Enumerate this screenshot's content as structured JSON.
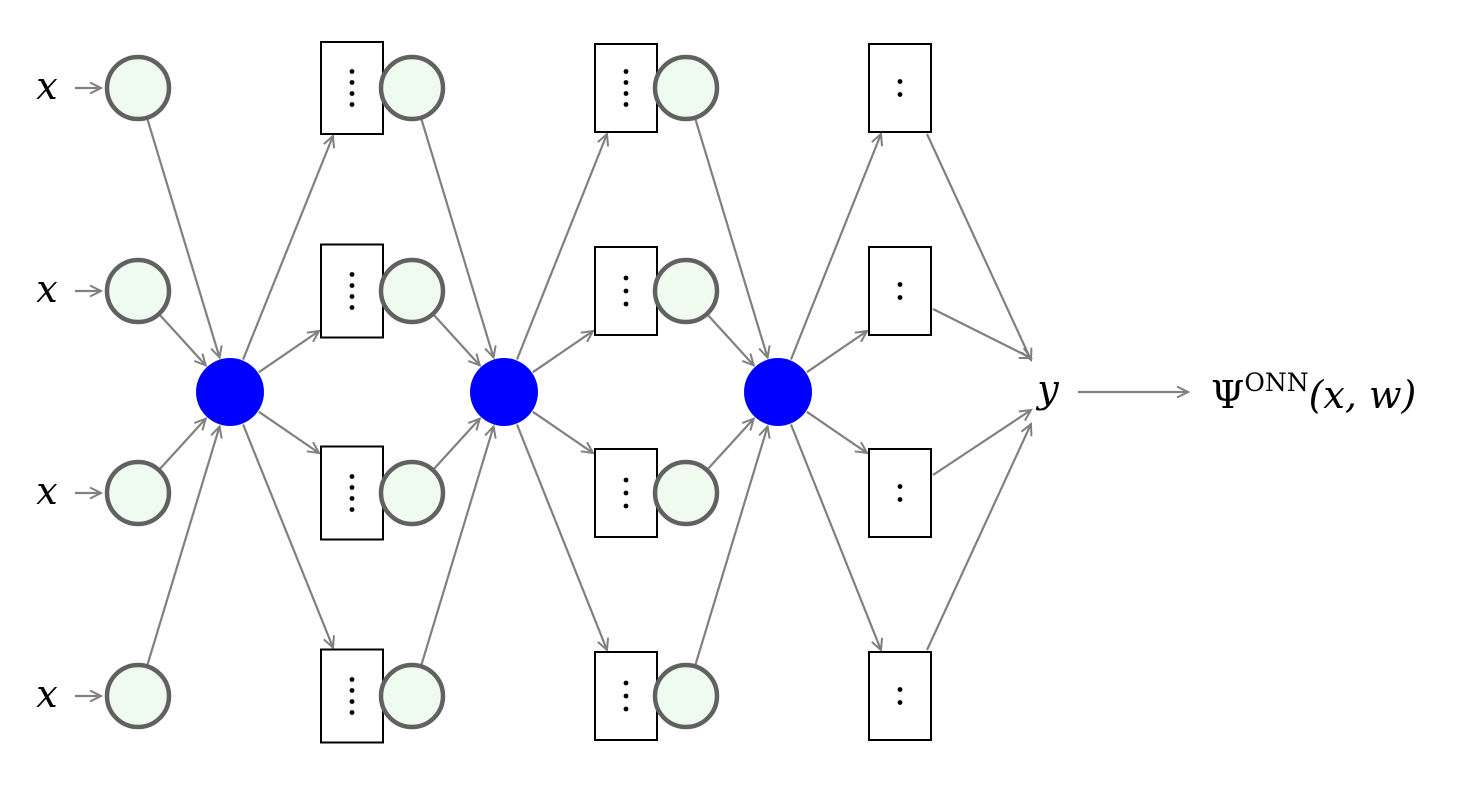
{
  "diagram": {
    "input_symbol": "x",
    "output_symbol": "y",
    "result": {
      "base": "Ψ",
      "superscript": "ONN",
      "args": "(x, w)"
    },
    "layers": [
      {
        "inputs": [
          "x",
          "x",
          "x",
          "x"
        ],
        "block_dots": [
          4,
          4,
          4,
          4
        ]
      },
      {
        "inputs": [
          "",
          "",
          "",
          ""
        ],
        "block_dots": [
          4,
          3,
          3,
          3
        ]
      },
      {
        "inputs": [
          "",
          "",
          "",
          ""
        ],
        "block_dots": [
          2,
          2,
          2,
          2
        ]
      }
    ],
    "colors": {
      "hub_fill": "#0000ff",
      "input_node_fill": "#f0fbef",
      "input_node_stroke": "#616161",
      "edge_color": "#808080",
      "block_stroke": "#000000"
    }
  }
}
